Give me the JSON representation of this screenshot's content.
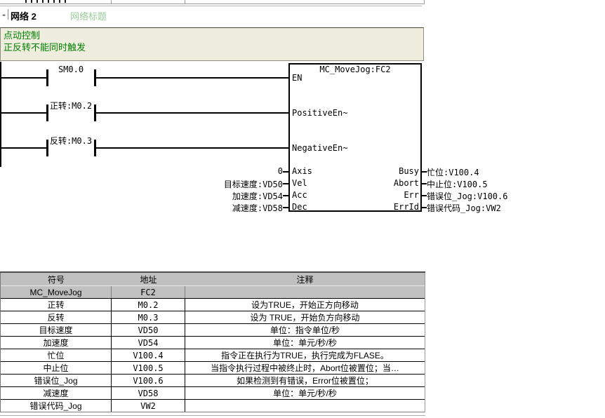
{
  "network": {
    "collapse_glyph": "-",
    "title_label": "网络 2",
    "title_placeholder": "网络标题",
    "comment_lines": [
      "点动控制",
      "正反转不能同时触发"
    ]
  },
  "ladder": {
    "rungs": [
      {
        "contact_label": "SM0.0"
      },
      {
        "contact_label": "正转:M0.2"
      },
      {
        "contact_label": "反转:M0.3"
      }
    ],
    "block": {
      "title": "MC_MoveJog:FC2",
      "enable_pins": [
        "EN",
        "PositiveEn~",
        "NegativeEn~"
      ],
      "inputs": [
        {
          "operand": "0",
          "pin": "Axis"
        },
        {
          "operand": "目标速度:VD50",
          "pin": "Vel"
        },
        {
          "operand": "加速度:VD54",
          "pin": "Acc"
        },
        {
          "operand": "减速度:VD58",
          "pin": "Dec"
        }
      ],
      "outputs": [
        {
          "pin": "Busy",
          "operand": "忙位:V100.4"
        },
        {
          "pin": "Abort",
          "operand": "中止位:V100.5"
        },
        {
          "pin": "Err",
          "operand": "错误位_Jog:V100.6"
        },
        {
          "pin": "ErrId",
          "operand": "错误代码_Jog:VW2"
        }
      ]
    }
  },
  "symbol_table": {
    "headers": [
      "符号",
      "地址",
      "注释"
    ],
    "rows": [
      {
        "symbol": "MC_MoveJog",
        "address": "FC2",
        "comment": "",
        "highlight": true
      },
      {
        "symbol": "正转",
        "address": "M0.2",
        "comment": "设为TRUE，开始正方向移动",
        "highlight": false
      },
      {
        "symbol": "反转",
        "address": "M0.3",
        "comment": "设为 TRUE，开始负方向移动",
        "highlight": false
      },
      {
        "symbol": "目标速度",
        "address": "VD50",
        "comment": "单位：指令单位/秒",
        "highlight": false
      },
      {
        "symbol": "加速度",
        "address": "VD54",
        "comment": "单位：单元/秒/秒",
        "highlight": false
      },
      {
        "symbol": "忙位",
        "address": "V100.4",
        "comment": "指令正在执行为TRUE，执行完成为FLASE。",
        "highlight": false
      },
      {
        "symbol": "中止位",
        "address": "V100.5",
        "comment": "当指令执行过程中被终止时，Abort位被置位；当…",
        "highlight": false
      },
      {
        "symbol": "错误位_Jog",
        "address": "V100.6",
        "comment": "如果检测到有错误，Error位被置位；",
        "highlight": false
      },
      {
        "symbol": "减速度",
        "address": "VD58",
        "comment": "单位：单元/秒/秒",
        "highlight": false
      },
      {
        "symbol": "错误代码_Jog",
        "address": "VW2",
        "comment": "",
        "highlight": false
      }
    ]
  },
  "colors": {
    "comment_background": "#EEEDDE",
    "comment_text": "#008000",
    "network_title_placeholder": "#99CC99",
    "table_header_gray": "#C0C0C0",
    "wire": "#000000"
  }
}
